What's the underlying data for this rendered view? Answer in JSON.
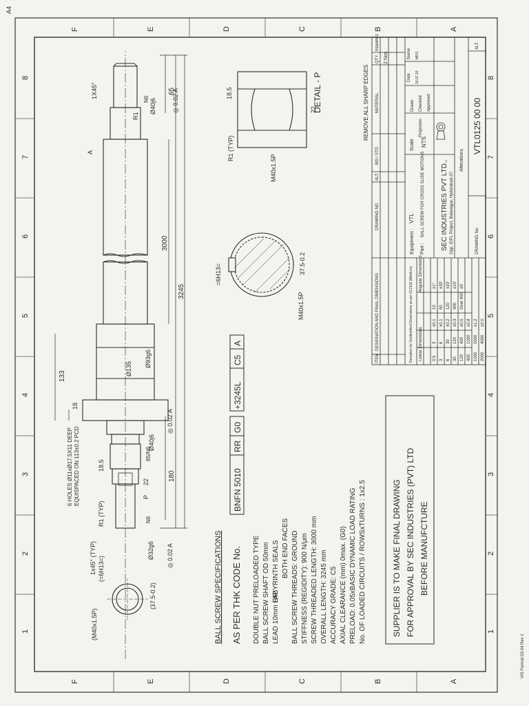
{
  "sheet": {
    "size_label": "A4",
    "format_note": "VIS Format 03-04 Rev 1",
    "row_letters": [
      "A",
      "B",
      "C",
      "D",
      "E",
      "F"
    ],
    "col_numbers": [
      "1",
      "2",
      "3",
      "4",
      "5",
      "6",
      "7",
      "8"
    ]
  },
  "shaft": {
    "dia_end_left": "Ø32g6",
    "dia_journal_left": "Ø40j6",
    "dia_flange": "Ø135",
    "dia_nut": "Ø93g6",
    "dia_journal_right": "Ø40j6",
    "dia_small": "(M40x1.5P)",
    "dim_total": "3245",
    "dim_thread": "3000",
    "dim_left": "180",
    "dim_right": "65",
    "dim_133": "133",
    "dim_18": "18",
    "dim_18_5": "18.5",
    "dim_22": "22",
    "note_holes_1": "6 HOLES Ø11xØ17.5X11 DEEP",
    "note_holes_2": "EQUISPACED ON 113±0.2 PCD",
    "chamfer": "1x45° (TYP)",
    "chamfer_right": "1X45°",
    "slot": "(=6H13=)",
    "slot_dim": "(37.5-0.2)",
    "r1_typ": "R1 (TYP)",
    "r1": "R1",
    "n6": "N6",
    "n6_b": "N6",
    "n6_c": "N6",
    "ra": "85/N6",
    "p": "P",
    "tol_1": "◎ 0.02 A",
    "tol_2": "◎ 0.02 A",
    "tol_3": "◎ 0.02 A",
    "datum": "A"
  },
  "section": {
    "thread": "M40x1.5P",
    "slot": "=6H13=",
    "dim": "37.5-0.2"
  },
  "detail": {
    "title": "DETAIL - P",
    "r1": "R1 (TYP)",
    "thread": "M40x1.5P",
    "dim_18_5": "18.5",
    "dim_22": "22"
  },
  "spec": {
    "heading": "BALL SCREW SPECIFICATIONS",
    "code_label": "AS PER THK CODE No.",
    "code_boxes": [
      "BNFN 5010",
      "RR",
      "G0",
      "+3245L",
      "C5",
      "A"
    ],
    "lines": [
      "DOUBLE NUT PRELOADED TYPE",
      "BALL SCREW SHAFT OD 50mm",
      "LEAD 10mm       LABYRINTH SEALS",
      "BALL SCREW THREADS: GROUND",
      "STIFFNESS (REGIDITY): 900 N/μm",
      "SCREW THREADED LENGTH: 3000 mm",
      "OVERALL LENGTH: 3245  mm",
      "ACCURACY GRADE: C5",
      "AXIAL CLEARANCE (mm) 0max. (G0)",
      "PRELOAD: 0.05xBASIC DYNAMIC LOAD RATING",
      "No. OF LOADED CIRCUITS / ROWSxTURNS : 1x2.5"
    ],
    "rr_label": "RR:",
    "both_end": "BOTH END FACES"
  },
  "note": {
    "line1": "SUPPLIER IS TO MAKE FINAL DRAWING",
    "line2": "FOR APPROVAL BY SEC INDUSTRIES (PVT) LTD",
    "line3": "BEFORE MANUFCTURE"
  },
  "title_block": {
    "remove_edges": "REMOVE ALL SHARP EDGES",
    "col_item": "ITEM",
    "col_designation": "DESIGNATION AND FINAL DIMENSIONS",
    "col_drawing_no": "DRAWING NO",
    "col_alt": "ALT.",
    "col_bo": "B0I / STD",
    "col_material": "MATERIAL",
    "col_qty": "QTY",
    "col_remarks": "REMARKS",
    "qty_hand": "2 Nos",
    "tol_title": "Deviation for Unidentified Dimensions as per IS:2102 (Medium)",
    "tol_linear": "Linear Dimensions",
    "tol_angular": "Angular Dimensions",
    "tol_rows": [
      [
        "0.5",
        "3",
        "±0.1",
        "10",
        "±1°"
      ],
      [
        "3",
        "6",
        "±0.1",
        "50",
        "±30'"
      ],
      [
        "6",
        "30",
        "±0.2",
        "120",
        "±20'"
      ],
      [
        "30",
        "120",
        "±0.3",
        "400",
        "±10'"
      ],
      [
        "120",
        "400",
        "±0.5",
        "Over 400",
        "±5'"
      ],
      [
        "400",
        "1000",
        "±0.8",
        "",
        ""
      ],
      [
        "1000",
        "2000",
        "±1.2",
        "",
        ""
      ],
      [
        "2000",
        "4000",
        "±2.0",
        "",
        ""
      ]
    ],
    "equipment_label": "Equipment :",
    "equipment": "VTL",
    "part_label": "Part :",
    "part": "BALL SCREW FOR CROSS SLIDE MOTIONS",
    "company": "SEC INDUSTRIES PVT LTD.,",
    "address": "Opp. IDPL Project, Balanagar, Hyderabad-37.",
    "scale_label": "Scale",
    "scale": "NTS",
    "projection_label": "Projection",
    "drawn": "Drawn",
    "checked": "Checked",
    "approved": "Approved",
    "date_label": "Date",
    "name_label": "Name",
    "date_value": "16.07.10",
    "name_value": "MRS",
    "alterations": "Alterations",
    "drawing_no_label": "DRAWING No.",
    "drawing_no": "VTL0125 00 00",
    "alt_label": "ALT."
  }
}
